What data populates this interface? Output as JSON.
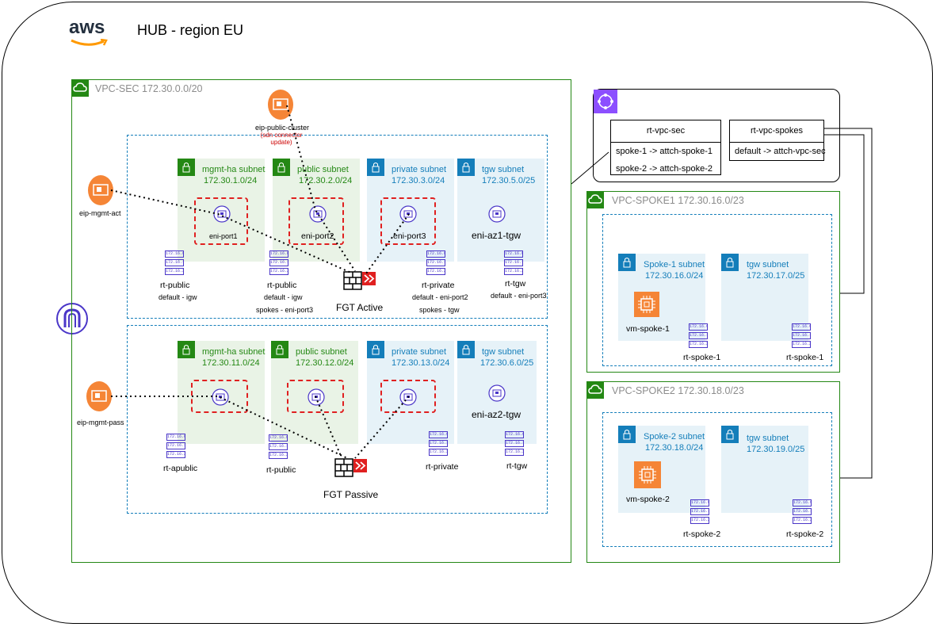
{
  "header": {
    "logo_text": "aws",
    "title": "HUB - region EU"
  },
  "vpc_sec": {
    "label": "VPC-SEC 172.30.0.0/20",
    "eips": {
      "cluster": "eip-public-cluster",
      "cluster_note": "(sdn connector update)",
      "mgmt_act": "eip-mgmt-act",
      "mgmt_pass": "eip-mgmt-pass"
    },
    "active": {
      "fgt_label": "FGT Active",
      "subnets": [
        {
          "name": "mgmt-ha subnet",
          "cidr": "172.30.1.0/24"
        },
        {
          "name": "public subnet",
          "cidr": "172.30.2.0/24"
        },
        {
          "name": "private subnet",
          "cidr": "172.30.3.0/24"
        },
        {
          "name": "tgw subnet",
          "cidr": "172.30.5.0/25"
        }
      ],
      "enis": [
        "eni-port1",
        "eni-port2",
        "eni-port3",
        "eni-az1-tgw"
      ],
      "route_tables": [
        {
          "name": "rt-public",
          "routes": [
            "default - igw"
          ]
        },
        {
          "name": "rt-public",
          "routes": [
            "default - igw",
            "spokes - eni-port3"
          ]
        },
        {
          "name": "rt-private",
          "routes": [
            "default - eni-port2",
            "spokes - tgw"
          ]
        },
        {
          "name": "rt-tgw",
          "routes": [
            "default - eni-port3"
          ]
        }
      ]
    },
    "passive": {
      "fgt_label": "FGT Passive",
      "subnets": [
        {
          "name": "mgmt-ha subnet",
          "cidr": "172.30.11.0/24"
        },
        {
          "name": "public subnet",
          "cidr": "172.30.12.0/24"
        },
        {
          "name": "private subnet",
          "cidr": "172.30.13.0/24"
        },
        {
          "name": "tgw subnet",
          "cidr": "172.30.6.0/25"
        }
      ],
      "eni_tgw": "eni-az2-tgw",
      "route_tables": [
        "rt-apublic",
        "rt-public",
        "rt-private",
        "rt-tgw"
      ]
    },
    "rt_lines": [
      "172.16.0.0",
      "172.16.1.0",
      "172.16.2.0"
    ]
  },
  "tgw": {
    "rt_sec": {
      "title": "rt-vpc-sec",
      "rows": [
        "spoke-1 -> attch-spoke-1",
        "spoke-2 -> attch-spoke-2"
      ]
    },
    "rt_spokes": {
      "title": "rt-vpc-spokes",
      "rows": [
        "default -> attch-vpc-sec"
      ]
    }
  },
  "spoke1": {
    "label": "VPC-SPOKE1 172.30.16.0/23",
    "subnet_a": {
      "name": "Spoke-1 subnet",
      "cidr": "172.30.16.0/24"
    },
    "subnet_b": {
      "name": "tgw subnet",
      "cidr": "172.30.17.0/25"
    },
    "vm": "vm-spoke-1",
    "rt_a": "rt-spoke-1",
    "rt_b": "rt-spoke-1"
  },
  "spoke2": {
    "label": "VPC-SPOKE2 172.30.18.0/23",
    "subnet_a": {
      "name": "Spoke-2 subnet",
      "cidr": "172.30.18.0/24"
    },
    "subnet_b": {
      "name": "tgw subnet",
      "cidr": "172.30.19.0/25"
    },
    "vm": "vm-spoke-2",
    "rt_a": "rt-spoke-2",
    "rt_b": "rt-spoke-2"
  },
  "colors": {
    "green": "#248814",
    "blue": "#147eba",
    "red_dash": "#e02020",
    "orange": "#f58536",
    "purple": "#4a36c8"
  },
  "icons": [
    "aws-logo",
    "vpc-cloud-icon",
    "lock-icon",
    "eni-icon",
    "elastic-ip-icon",
    "firewall-icon",
    "ec2-icon",
    "transit-gateway-icon",
    "internet-gateway-icon",
    "route-table-icon"
  ]
}
